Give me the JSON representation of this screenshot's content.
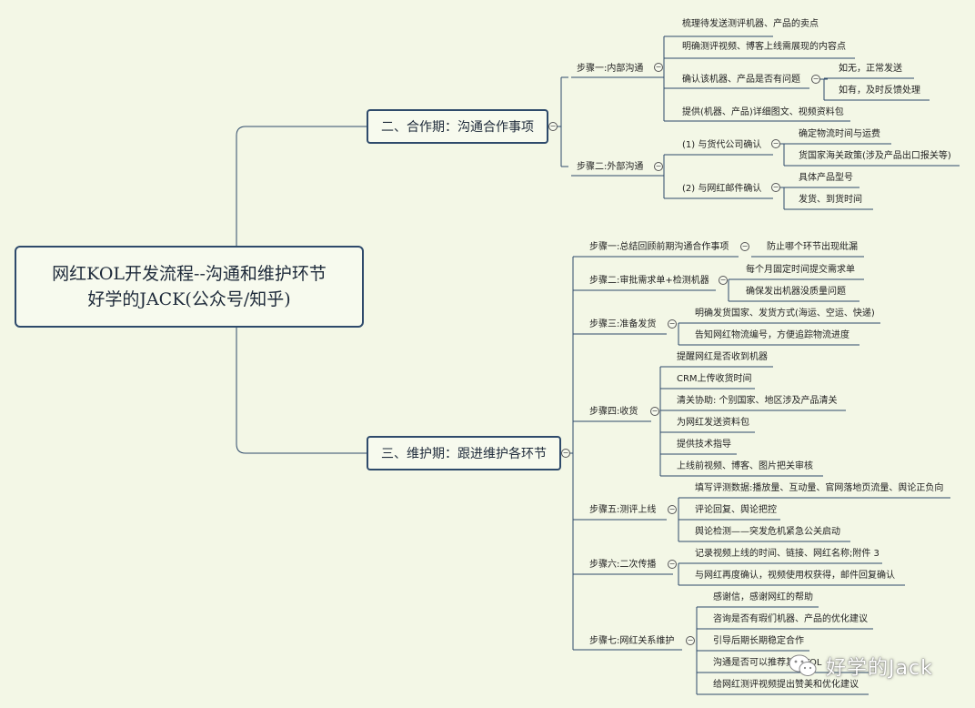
{
  "central": {
    "line1": "网红KOL开发流程--沟通和维护环节",
    "line2": "好学的JACK(公众号/知乎)"
  },
  "branch1": {
    "label": "二、合作期：沟通合作事项"
  },
  "branch2": {
    "label": "三、维护期：跟进维护各环节"
  },
  "b1_step1": {
    "label": "步骤一:内部沟通",
    "items": [
      "梳理待发送测评机器、产品的卖点",
      "明确测评视频、博客上线需展现的内容点",
      "确认该机器、产品是否有问题",
      "提供(机器、产品)详细图文、视频资料包"
    ],
    "sub": [
      "如无，正常发送",
      "如有，及时反馈处理"
    ]
  },
  "b1_step2": {
    "label": "步骤二:外部沟通",
    "subA": {
      "label": "(1) 与货代公司确认",
      "items": [
        "确定物流时间与运费",
        "货国家海关政策(涉及产品出口报关等)"
      ]
    },
    "subB": {
      "label": "(2) 与网红邮件确认",
      "items": [
        "具体产品型号",
        "发货、到货时间"
      ]
    }
  },
  "b2_steps": [
    {
      "label": "步骤一:总结回顾前期沟通合作事项",
      "items": [
        "防止哪个环节出现纰漏"
      ]
    },
    {
      "label": "步骤二:审批需求单+检测机器",
      "items": [
        "每个月固定时间提交需求单",
        "确保发出机器没质量问题"
      ]
    },
    {
      "label": "步骤三:准备发货",
      "items": [
        "明确发货国家、发货方式(海运、空运、快递)",
        "告知网红物流编号，方便追踪物流进度"
      ]
    },
    {
      "label": "步骤四:收货",
      "items": [
        "提醒网红是否收到机器",
        "CRM上传收货时间",
        "清关协助: 个别国家、地区涉及产品清关",
        "为网红发送资料包",
        "提供技术指导",
        "上线前视频、博客、图片把关审核"
      ]
    },
    {
      "label": "步骤五:测评上线",
      "items": [
        "填写评测数据:播放量、互动量、官网落地页流量、舆论正负向",
        "评论回复、舆论把控",
        "舆论检测——突发危机紧急公关启动"
      ]
    },
    {
      "label": "步骤六:二次传播",
      "items": [
        "记录视频上线的时间、链接、网红名称;附件 3",
        "与网红再度确认，视频使用权获得，邮件回复确认"
      ]
    },
    {
      "label": "步骤七:网红关系维护",
      "items": [
        "感谢信，感谢网红的帮助",
        "咨询是否有瑕们机器、产品的优化建议",
        "引导后期长期稳定合作",
        "沟通是否可以推荐其他KOL",
        "给网红测评视频提出赞美和优化建议"
      ]
    }
  ],
  "watermark": {
    "text": "好学的Jack"
  },
  "colors": {
    "background": "#f3f7e6",
    "node_border": "#2e4a6b",
    "line": "#2e4a6b"
  }
}
